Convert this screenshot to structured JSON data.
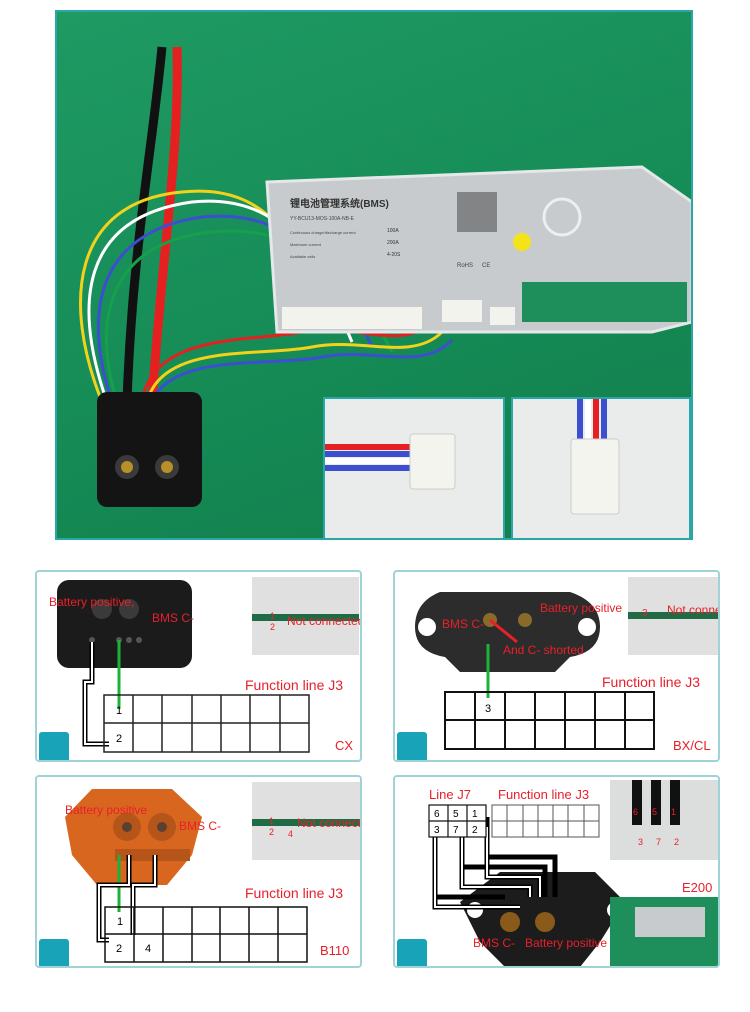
{
  "bms_label": {
    "title": "锂电池管理系统(BMS)",
    "model": "YY-BCU13-MOS-100A-NB-E",
    "continuous_current_label": "Continuous charge/discharge current",
    "continuous_current": "100A",
    "max_current_label": "Maximum current",
    "max_current": "200A",
    "cells_label": "Available cells",
    "cells": "4-20S",
    "rohs": "RoHS",
    "ce": "CE"
  },
  "panels": [
    {
      "model": "CX",
      "battery_positive": "Battery positive,",
      "bms_c": "BMS C-",
      "pins": [
        "1",
        "2"
      ],
      "not_connected": "Not connected",
      "function_line": "Function line J3",
      "cell_labels": [
        "1",
        "2"
      ]
    },
    {
      "model": "BX/CL",
      "battery_positive": "Battery positive",
      "bms_c": "BMS C-",
      "shorted": "And C- shorted",
      "pins": [
        "3"
      ],
      "not_connected": "Not connected",
      "function_line": "Function line J3",
      "cell_labels": [
        "3"
      ]
    },
    {
      "model": "B110",
      "battery_positive": "Battery positive",
      "bms_c": "BMS C-",
      "pins": [
        "1",
        "2",
        "4"
      ],
      "not_connected": "Not connected",
      "function_line": "Function line J3",
      "cell_labels": [
        "1",
        "2",
        "4"
      ]
    },
    {
      "model": "E200",
      "line_j7": "Line J7",
      "function_line": "Function line J3",
      "j7_cells": [
        "6",
        "5",
        "1",
        "3",
        "7",
        "2"
      ],
      "photo_pins": [
        "6",
        "5",
        "1",
        "3",
        "7",
        "2"
      ],
      "bms_c": "BMS C-",
      "battery_positive": "Battery positive"
    }
  ],
  "colors": {
    "accent": "#2aa5a8",
    "label_red": "#e8202a",
    "wire_green": "#1db33a"
  }
}
